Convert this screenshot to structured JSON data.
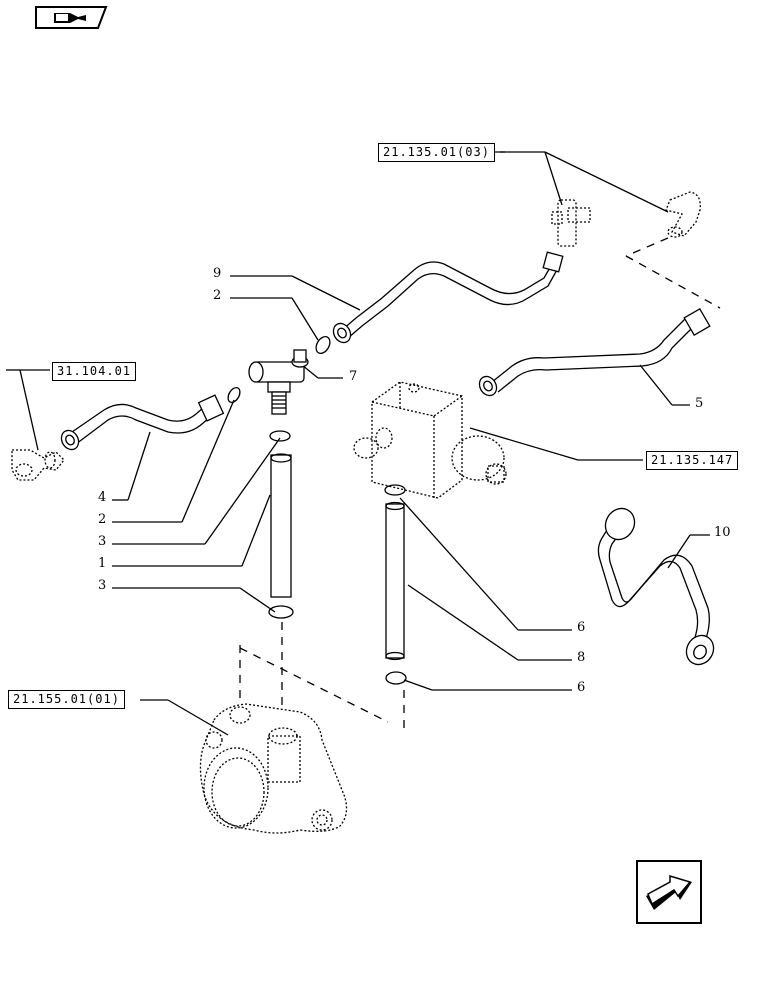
{
  "references": {
    "r1": "21.135.01(03)",
    "r2": "31.104.01",
    "r3": "21.135.147",
    "r4": "21.155.01(01)"
  },
  "callouts": {
    "c9": "9",
    "c2a": "2",
    "c7": "7",
    "c5": "5",
    "c4": "4",
    "c2b": "2",
    "c3a": "3",
    "c1": "1",
    "c3b": "3",
    "c10": "10",
    "c6a": "6",
    "c8": "8",
    "c6b": "6"
  },
  "icons": {
    "top_left": "toolbox-nav-icon",
    "bottom_right": "next-page-arrow-icon"
  }
}
